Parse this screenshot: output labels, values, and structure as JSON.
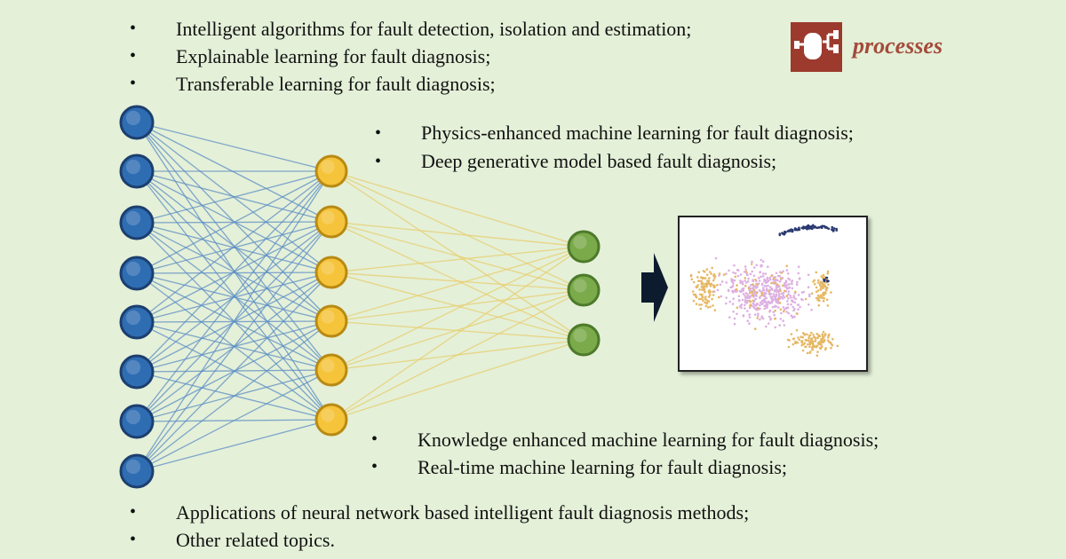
{
  "bullet_char": "•",
  "topics_top": [
    "Intelligent algorithms for fault detection, isolation and estimation;",
    "Explainable learning for fault diagnosis;",
    "Transferable learning for fault diagnosis;"
  ],
  "topics_mid": [
    "Physics-enhanced machine learning for fault diagnosis;",
    "Deep generative model based fault diagnosis;"
  ],
  "topics_low": [
    "Knowledge enhanced machine learning for fault diagnosis;",
    "Real-time machine learning for fault diagnosis;"
  ],
  "topics_bottom": [
    "Applications of neural network based intelligent fault diagnosis methods;",
    "Other related topics."
  ],
  "logo": {
    "text": "processes",
    "icon": "processes-journal-icon",
    "color": "#9c3a2e"
  },
  "network": {
    "layers": [
      {
        "name": "input",
        "count": 8,
        "fill": "#2f6db3",
        "stroke": "#1c3f6e",
        "edge_color": "#5b8cc4"
      },
      {
        "name": "hidden",
        "count": 6,
        "fill": "#f5c43a",
        "stroke": "#b88a14",
        "edge_color": "#e8cc6a"
      },
      {
        "name": "output",
        "count": 3,
        "fill": "#7aaa4a",
        "stroke": "#4d7a2a",
        "edge_color": "#8aa84e"
      }
    ]
  },
  "colors": {
    "background": "#e4f0d8",
    "arrow": "#0d1b2e"
  },
  "embedding_clusters": [
    {
      "name": "cluster-a",
      "color": "#ddb0e2"
    },
    {
      "name": "cluster-b",
      "color": "#e6b864"
    },
    {
      "name": "cluster-c",
      "color": "#2a3870"
    }
  ]
}
